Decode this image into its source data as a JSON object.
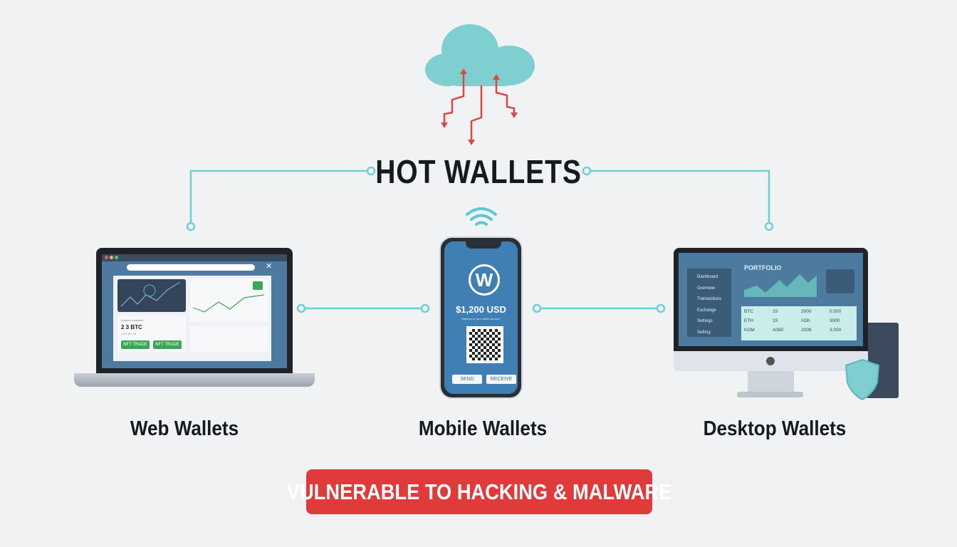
{
  "title": "HOT WALLETS",
  "labels": {
    "web": "Web Wallets",
    "mobile": "Mobile Wallets",
    "desktop": "Desktop Wallets"
  },
  "banner": "VULNERABLE TO HACKING & MALWARE",
  "web_wallet": {
    "balance_caption": "Balance Available",
    "balance": "2 3 BTC",
    "sub": "≈ $ 2,6h .00",
    "buttons": [
      "NFT TRADE",
      "NFT TRADE"
    ]
  },
  "mobile_wallet": {
    "logo": "W",
    "balance": "$1,200 USD",
    "caption": "Balance in your wallet account",
    "buttons": [
      "SEND",
      "RECEIVE"
    ]
  },
  "desktop_wallet": {
    "heading": "PORTFOLIO",
    "nav": [
      "Dashboard",
      "Overview",
      "Transactions",
      "Exchange",
      "Settings",
      "Setting"
    ],
    "rows": [
      [
        "BTC",
        "15",
        "2000",
        "0.500"
      ],
      [
        "ETH",
        "15",
        "ADh",
        "3000"
      ],
      [
        "KOM",
        "A080",
        "2008",
        "3.000"
      ]
    ]
  },
  "colors": {
    "accent": "#7ecfd0",
    "danger": "#e03a3a",
    "connector": "#6fcfd6"
  }
}
